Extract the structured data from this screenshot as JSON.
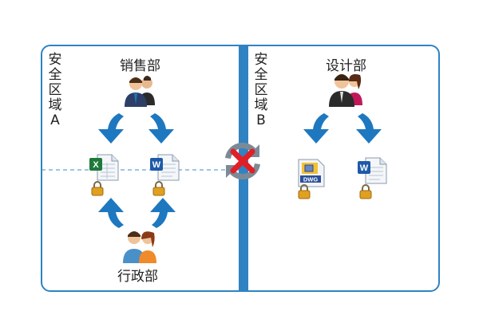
{
  "zones": {
    "a": {
      "label_lines": [
        "安",
        "全",
        "区",
        "域",
        "A"
      ]
    },
    "b": {
      "label_lines": [
        "安",
        "全",
        "区",
        "域",
        "B"
      ]
    }
  },
  "departments": {
    "sales": "销售部",
    "admin": "行政部",
    "design": "设计部"
  },
  "files": {
    "dwg_label": "DWG",
    "word_letter": "W",
    "excel_letter": "X"
  },
  "colors": {
    "border": "#2f83c3",
    "arrow": "#1e78c0",
    "blocked": "#e01f26",
    "sync": "#7b8a96",
    "lock": "#e0a020"
  }
}
